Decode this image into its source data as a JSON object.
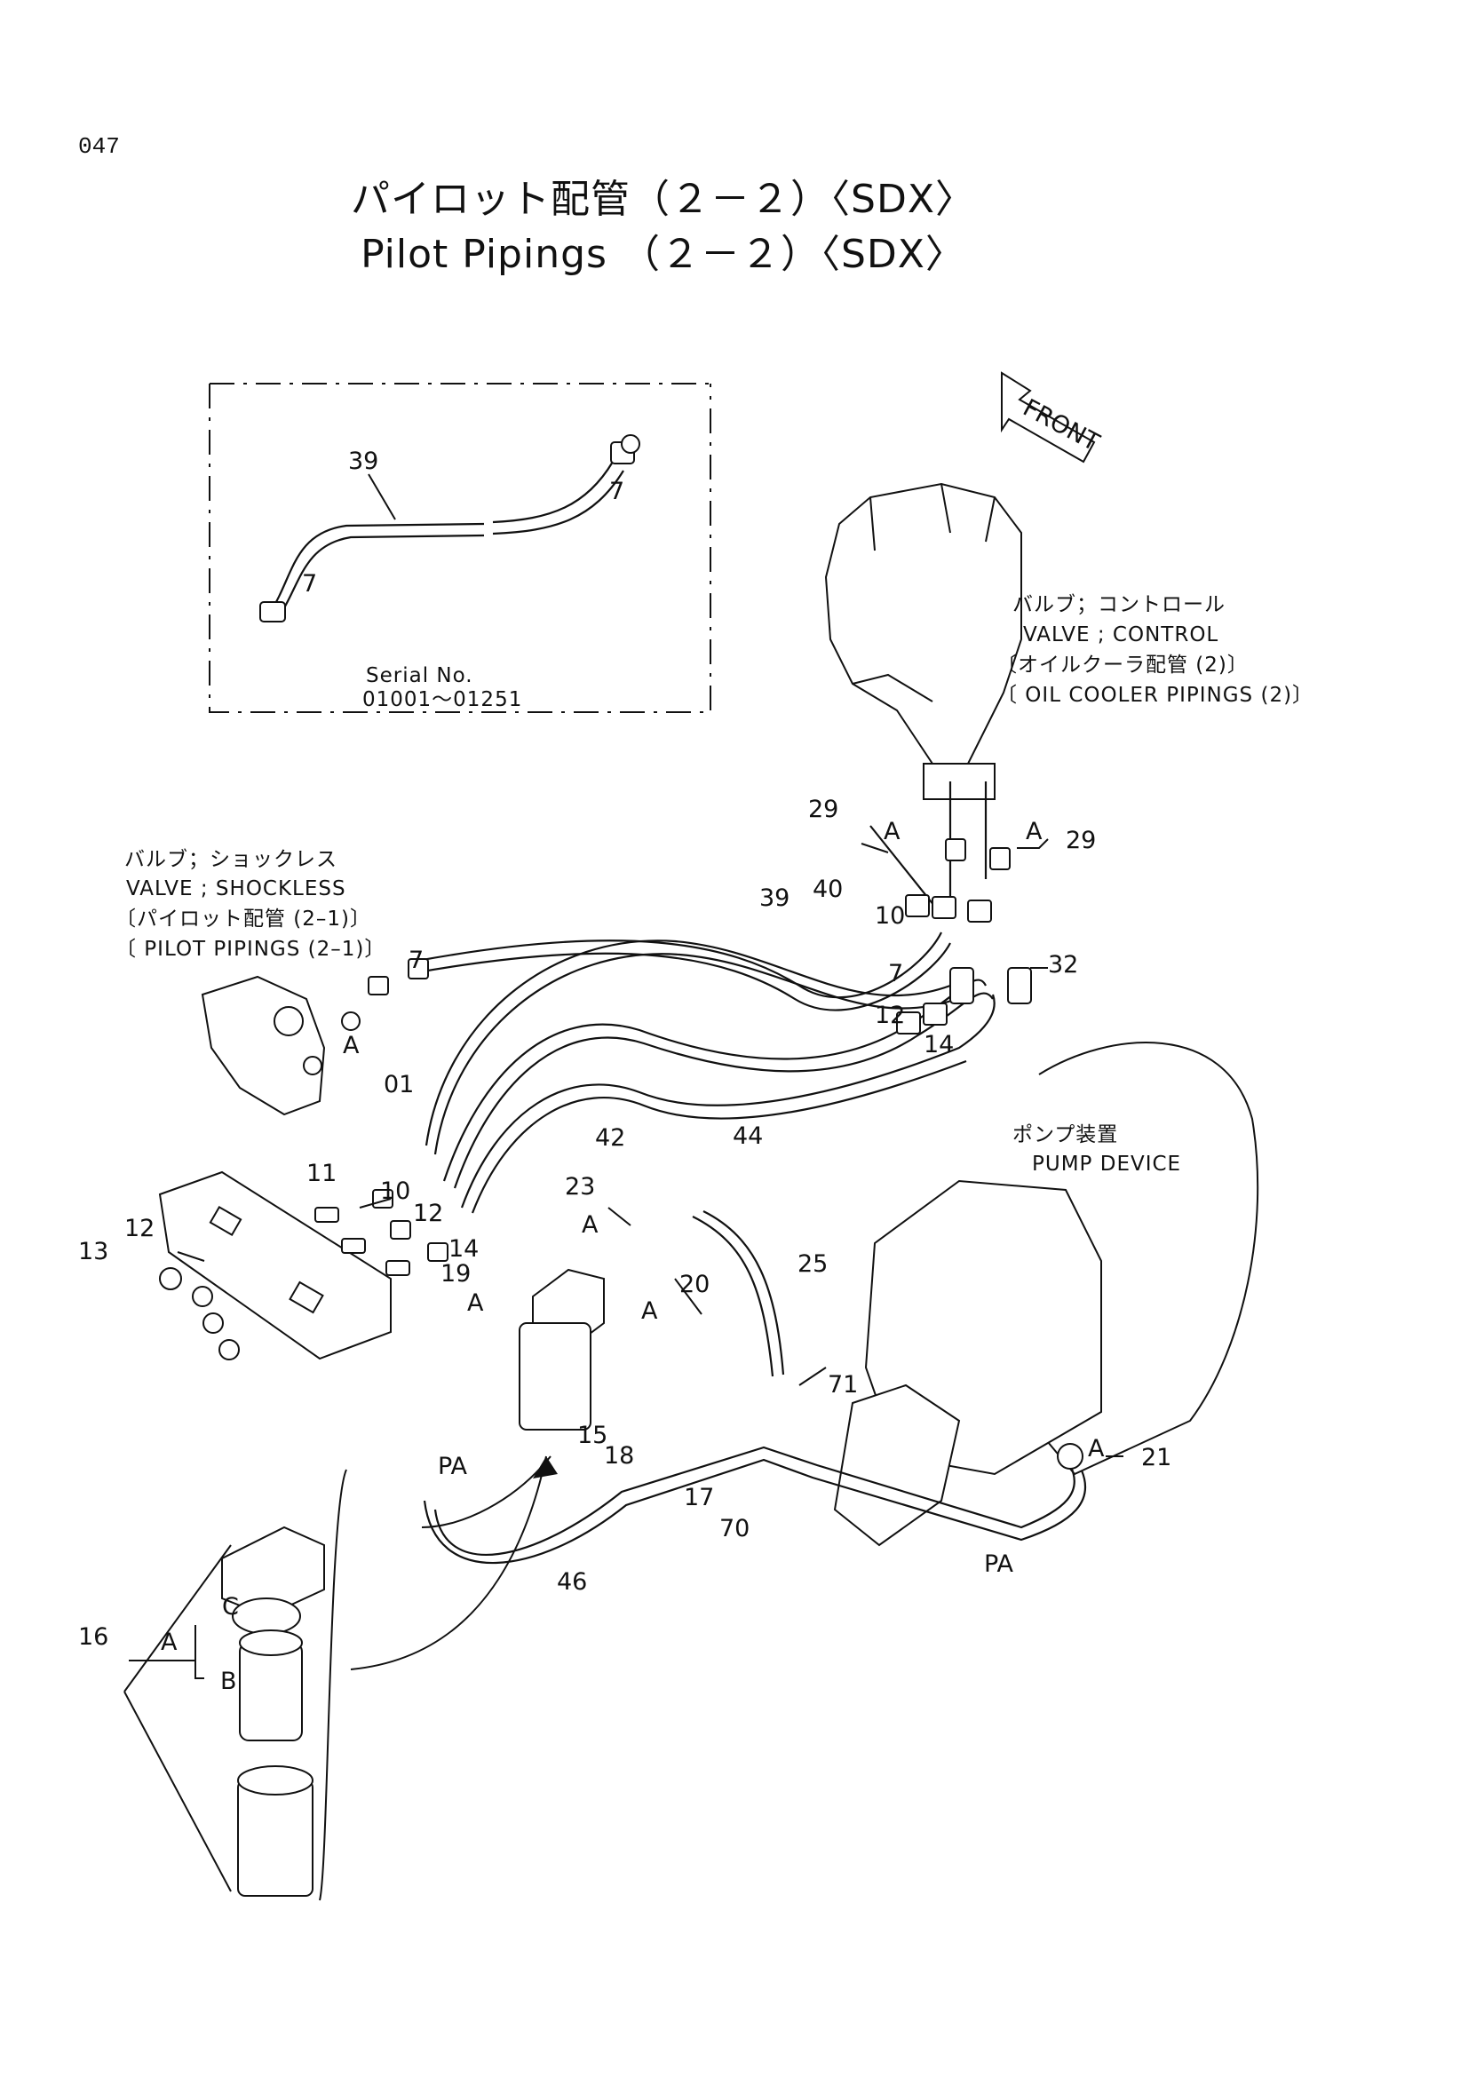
{
  "page_number": "047",
  "title_jp": "パイロット配管（２－２）〈SDX〉",
  "title_en": "Pilot Pipings （２－２）〈SDX〉",
  "front_label": "FRONT",
  "inset": {
    "part": "39",
    "fitting": "7",
    "serial_label": "Serial No.",
    "serial_range": "01001～01251"
  },
  "captions": {
    "control_valve_jp": "バルブ；コントロール",
    "control_valve_en": "VALVE ; CONTROL",
    "oil_cooler_jp": "〔オイルクーラ配管 (2)〕",
    "oil_cooler_en": "〔 OIL  COOLER  PIPINGS (2)〕",
    "shockless_jp": "バルブ；ショックレス",
    "shockless_en": "VALVE ; SHOCKLESS",
    "pilot_jp": "〔パイロット配管 (2–1)〕",
    "pilot_en": "〔 PILOT  PIPINGS (2–1)〕",
    "pump_jp": "ポンプ装置",
    "pump_en": "PUMP  DEVICE"
  },
  "callouts": {
    "n29a": "29",
    "a1": "A",
    "a2": "A",
    "n29b": "29",
    "n39": "39",
    "n40": "40",
    "n10a": "10",
    "n7a": "7",
    "n32": "32",
    "n7b": "7",
    "n12a": "12",
    "n14a": "14",
    "a3": "A",
    "n01": "01",
    "n42": "42",
    "n44": "44",
    "n11": "11",
    "n10b": "10",
    "n12b": "12",
    "n14b": "14",
    "n13": "13",
    "n12c": "12",
    "n23": "23",
    "a4": "A",
    "n19": "19",
    "a5": "A",
    "n20": "20",
    "a6": "A",
    "n25": "25",
    "n71": "71",
    "a7": "A",
    "n21": "21",
    "n15": "15",
    "n18": "18",
    "n17": "17",
    "n70": "70",
    "pa1": "PA",
    "pa2": "PA",
    "n46": "46",
    "n16": "16",
    "a8": "A",
    "c1": "C",
    "b1": "B"
  }
}
